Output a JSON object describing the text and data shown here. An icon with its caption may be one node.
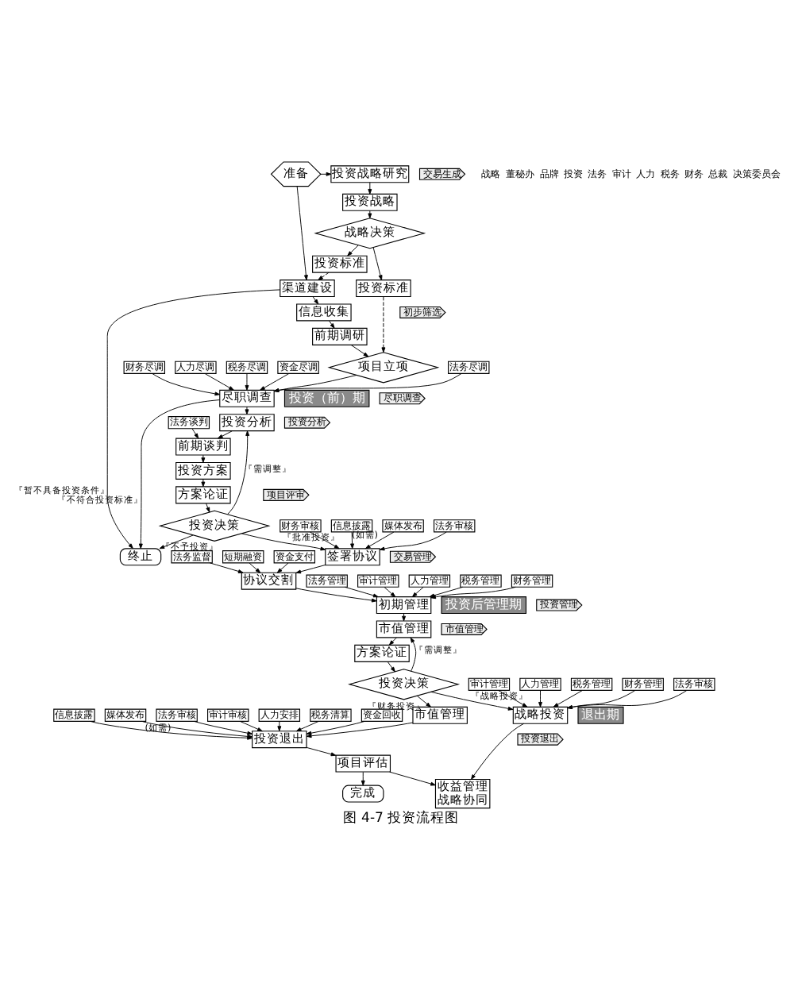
{
  "diagram": {
    "caption": "图 4-7 投资流程图",
    "nodes": [
      {
        "text": [
          "投资战略研究"
        ]
      },
      {
        "text": [
          "准备"
        ]
      },
      {
        "text": [
          "投资战略"
        ]
      },
      {
        "text": [
          "战略决策"
        ]
      },
      {
        "text": [
          "投资标准"
        ]
      },
      {
        "text": [
          "渠道建设"
        ]
      },
      {
        "text": [
          "信息收集"
        ]
      },
      {
        "text": [
          "前期调研"
        ]
      },
      {
        "text": [
          "项目立项"
        ]
      },
      {
        "text": [
          "投资标准"
        ]
      },
      {
        "text": [
          "法务尽调"
        ]
      },
      {
        "text": [
          "财务尽调"
        ]
      },
      {
        "text": [
          "人力尽调"
        ]
      },
      {
        "text": [
          "税务尽调"
        ]
      },
      {
        "text": [
          "资金尽调"
        ]
      },
      {
        "text": [
          "尽职调查"
        ]
      },
      {
        "text": [
          "投资分析"
        ]
      },
      {
        "text": [
          "法务谈判"
        ]
      },
      {
        "text": [
          "前期谈判"
        ]
      },
      {
        "text": [
          "投资方案"
        ]
      },
      {
        "text": [
          "方案论证"
        ]
      },
      {
        "text": [
          "投资决策"
        ]
      },
      {
        "text": [
          "终止"
        ]
      },
      {
        "text": [
          "信息披露"
        ]
      },
      {
        "text": [
          "媒体发布"
        ]
      },
      {
        "text": [
          "签署协议"
        ]
      },
      {
        "text": [
          "法务审核"
        ]
      },
      {
        "text": [
          "财务审核"
        ]
      },
      {
        "text": [
          "协议交割"
        ]
      },
      {
        "text": [
          "法务监督"
        ]
      },
      {
        "text": [
          "短期融资"
        ]
      },
      {
        "text": [
          "资金支付"
        ]
      },
      {
        "text": [
          "初期管理"
        ]
      },
      {
        "text": [
          "法务管理"
        ]
      },
      {
        "text": [
          "审计管理"
        ]
      },
      {
        "text": [
          "人力管理"
        ]
      },
      {
        "text": [
          "税务管理"
        ]
      },
      {
        "text": [
          "财务管理"
        ]
      },
      {
        "text": [
          "市值管理"
        ]
      },
      {
        "text": [
          "方案论证"
        ]
      },
      {
        "text": [
          "投资决策"
        ]
      },
      {
        "text": [
          "市值管理"
        ]
      },
      {
        "text": [
          "信息披露"
        ]
      },
      {
        "text": [
          "媒体发布"
        ]
      },
      {
        "text": [
          "投资退出"
        ]
      },
      {
        "text": [
          "法务审核"
        ]
      },
      {
        "text": [
          "审计审核"
        ]
      },
      {
        "text": [
          "人力安排"
        ]
      },
      {
        "text": [
          "税务清算"
        ]
      },
      {
        "text": [
          "资金回收"
        ]
      },
      {
        "text": [
          "法务审核"
        ]
      },
      {
        "text": [
          "审计管理"
        ]
      },
      {
        "text": [
          "人力管理"
        ]
      },
      {
        "text": [
          "税务管理"
        ]
      },
      {
        "text": [
          "财务管理"
        ]
      },
      {
        "text": [
          "战略投资"
        ]
      },
      {
        "text": [
          "项目评估"
        ]
      },
      {
        "text": [
          "收益管理",
          "战略协同"
        ]
      },
      {
        "text": [
          "完成"
        ]
      },
      {
        "text": [
          "投资（前）期"
        ]
      },
      {
        "text": [
          "投资后管理期"
        ]
      },
      {
        "text": [
          "退出期"
        ]
      },
      {
        "text": [
          "交易生成"
        ]
      },
      {
        "text": [
          "初步筛选"
        ]
      },
      {
        "text": [
          "尽职调查"
        ]
      },
      {
        "text": [
          "投资分析"
        ]
      },
      {
        "text": [
          "项目评审"
        ]
      },
      {
        "text": [
          "交易管理"
        ]
      },
      {
        "text": [
          "投资管理"
        ]
      },
      {
        "text": [
          "市值管理"
        ]
      },
      {
        "text": [
          "投资退出"
        ]
      }
    ],
    "edges": [
      {
        "from": 1,
        "to": 0,
        "arrow": "to"
      },
      {
        "from": 0,
        "to": 2,
        "arrow": "to"
      },
      {
        "from": 2,
        "to": 3,
        "arrow": "to"
      },
      {
        "from": 3,
        "to": 4,
        "arrow": "to"
      },
      {
        "from": 3,
        "to": 9,
        "arrow": "to"
      },
      {
        "from": 4,
        "to": 5,
        "arrow": "to",
        "style": "dashed"
      },
      {
        "from": 1,
        "to": 5,
        "arrow": "to"
      },
      {
        "from": 5,
        "to": 6,
        "arrow": "to"
      },
      {
        "from": 6,
        "to": 7,
        "arrow": "to"
      },
      {
        "from": 7,
        "to": 8,
        "arrow": "to"
      },
      {
        "from": 9,
        "to": 8,
        "arrow": "to",
        "style": "dashed"
      },
      {
        "from": 8,
        "to": 15,
        "arrow": "to"
      },
      {
        "from": 10,
        "to": 15,
        "arrow": "to"
      },
      {
        "from": 11,
        "to": 15,
        "arrow": "to"
      },
      {
        "from": 12,
        "to": 15,
        "arrow": "to"
      },
      {
        "from": 13,
        "to": 15,
        "arrow": "to"
      },
      {
        "from": 14,
        "to": 15,
        "arrow": "to"
      },
      {
        "from": 15,
        "to": 16,
        "arrow": "to"
      },
      {
        "from": 16,
        "to": 18,
        "arrow": "to"
      },
      {
        "from": 17,
        "to": 18,
        "arrow": "to"
      },
      {
        "from": 18,
        "to": 19,
        "arrow": "to"
      },
      {
        "from": 19,
        "to": 20,
        "arrow": "to"
      },
      {
        "from": 20,
        "to": 21,
        "arrow": "to"
      },
      {
        "from": 21,
        "to": 16,
        "arrow": "to",
        "label": "『需调整』"
      },
      {
        "from": 21,
        "to": 22,
        "arrow": "to",
        "label": "『不予投资』"
      },
      {
        "from": 5,
        "to": 22,
        "arrow": "to",
        "label": "『暂不具备投资条件』"
      },
      {
        "from": 15,
        "to": 22,
        "arrow": "to",
        "label": "『不符合投资标准』"
      },
      {
        "from": 21,
        "to": 25,
        "arrow": "to",
        "label": "『批准投资』"
      },
      {
        "from": 23,
        "to": 25,
        "arrow": "to",
        "label": "(如需)"
      },
      {
        "from": 24,
        "to": 25,
        "arrow": "to"
      },
      {
        "from": 26,
        "to": 25,
        "arrow": "to"
      },
      {
        "from": 27,
        "to": 25,
        "arrow": "to"
      },
      {
        "from": 25,
        "to": 28,
        "arrow": "to"
      },
      {
        "from": 29,
        "to": 28,
        "arrow": "to"
      },
      {
        "from": 30,
        "to": 28,
        "arrow": "to"
      },
      {
        "from": 31,
        "to": 28,
        "arrow": "to"
      },
      {
        "from": 28,
        "to": 32,
        "arrow": "to"
      },
      {
        "from": 33,
        "to": 32,
        "arrow": "to"
      },
      {
        "from": 34,
        "to": 32,
        "arrow": "to"
      },
      {
        "from": 35,
        "to": 32,
        "arrow": "to"
      },
      {
        "from": 36,
        "to": 32,
        "arrow": "to"
      },
      {
        "from": 37,
        "to": 32,
        "arrow": "to"
      },
      {
        "from": 32,
        "to": 38,
        "arrow": "to"
      },
      {
        "from": 38,
        "to": 39,
        "arrow": "to"
      },
      {
        "from": 39,
        "to": 40,
        "arrow": "to"
      },
      {
        "from": 40,
        "to": 38,
        "arrow": "to",
        "label": "『需调整』"
      },
      {
        "from": 40,
        "to": 41,
        "arrow": "to",
        "label": "『财务投资』"
      },
      {
        "from": 40,
        "to": 55,
        "arrow": "to",
        "label": "『战略投资』"
      },
      {
        "from": 41,
        "to": 44,
        "arrow": "to"
      },
      {
        "from": 42,
        "to": 44,
        "arrow": "to",
        "label": "(如需)"
      },
      {
        "from": 43,
        "to": 44,
        "arrow": "to"
      },
      {
        "from": 45,
        "to": 44,
        "arrow": "to"
      },
      {
        "from": 46,
        "to": 44,
        "arrow": "to"
      },
      {
        "from": 47,
        "to": 44,
        "arrow": "to"
      },
      {
        "from": 48,
        "to": 44,
        "arrow": "to"
      },
      {
        "from": 49,
        "to": 44,
        "arrow": "to"
      },
      {
        "from": 50,
        "to": 55,
        "arrow": "to"
      },
      {
        "from": 51,
        "to": 55,
        "arrow": "to"
      },
      {
        "from": 52,
        "to": 55,
        "arrow": "to"
      },
      {
        "from": 53,
        "to": 55,
        "arrow": "to"
      },
      {
        "from": 54,
        "to": 55,
        "arrow": "to"
      },
      {
        "from": 44,
        "to": 56,
        "arrow": "to"
      },
      {
        "from": 55,
        "to": 57,
        "arrow": "to"
      },
      {
        "from": 56,
        "to": 57,
        "arrow": "to"
      },
      {
        "from": 56,
        "to": 58,
        "arrow": "to"
      }
    ],
    "labels": [
      "战略",
      "董秘办",
      "品牌",
      "投资",
      "法务",
      "审计",
      "人力",
      "税务",
      "财务",
      "总裁",
      "决策委员会"
    ]
  }
}
